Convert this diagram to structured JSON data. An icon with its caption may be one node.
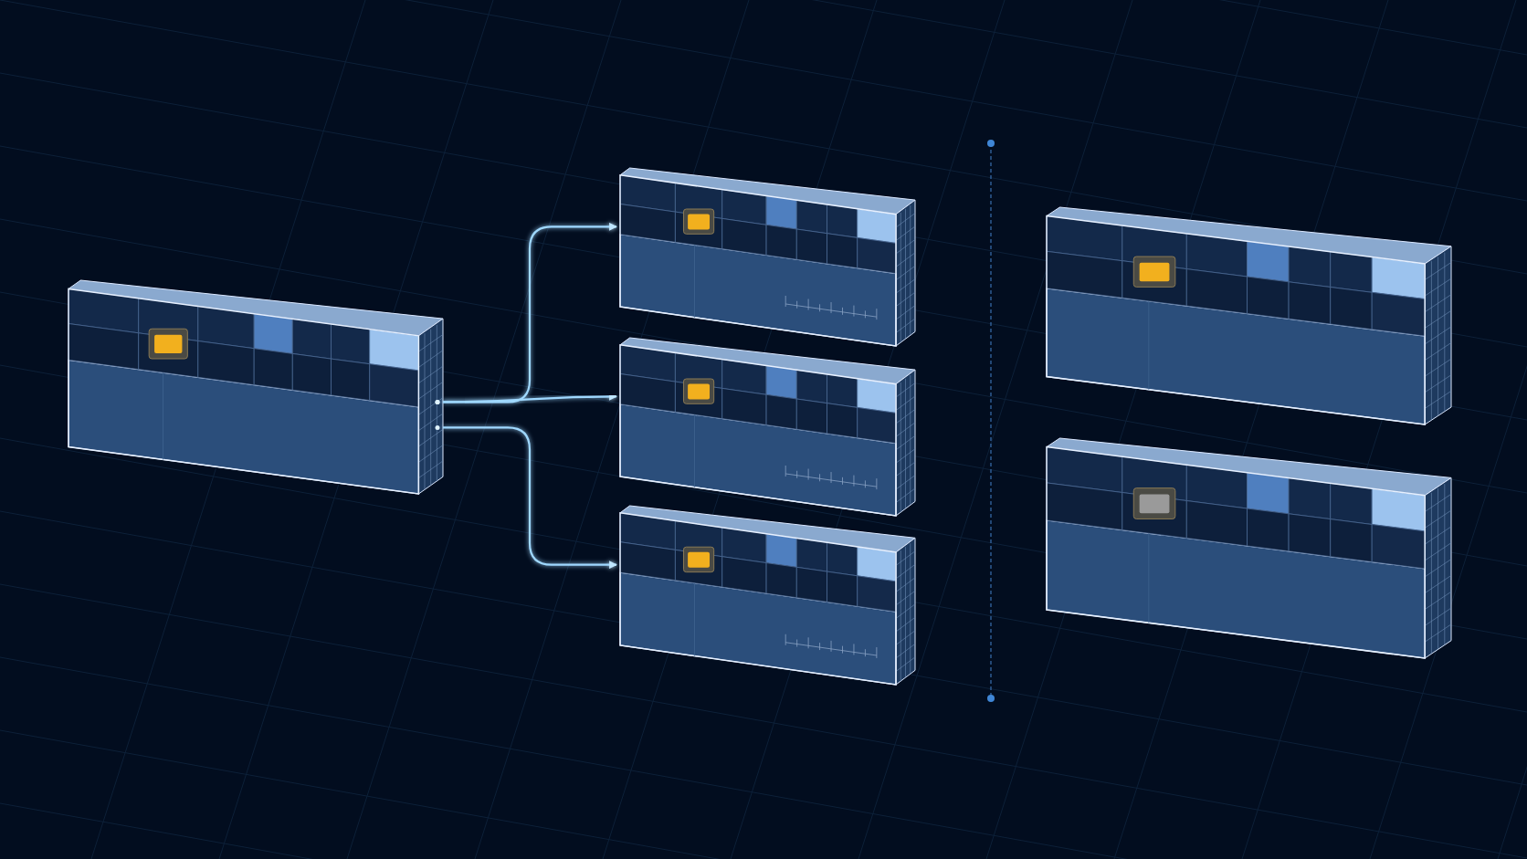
{
  "diagram": {
    "nodes": [
      {
        "text": [],
        "shape": "box"
      },
      {
        "text": [],
        "shape": "box"
      },
      {
        "text": [],
        "shape": "box"
      },
      {
        "text": [],
        "shape": "box"
      },
      {
        "text": [],
        "shape": "box"
      },
      {
        "text": [],
        "shape": "box"
      }
    ],
    "edges": [
      {
        "from": 0,
        "to": 1,
        "arrow": "to"
      },
      {
        "from": 0,
        "to": 2,
        "arrow": "to"
      },
      {
        "from": 0,
        "to": 3,
        "arrow": "to"
      }
    ]
  }
}
